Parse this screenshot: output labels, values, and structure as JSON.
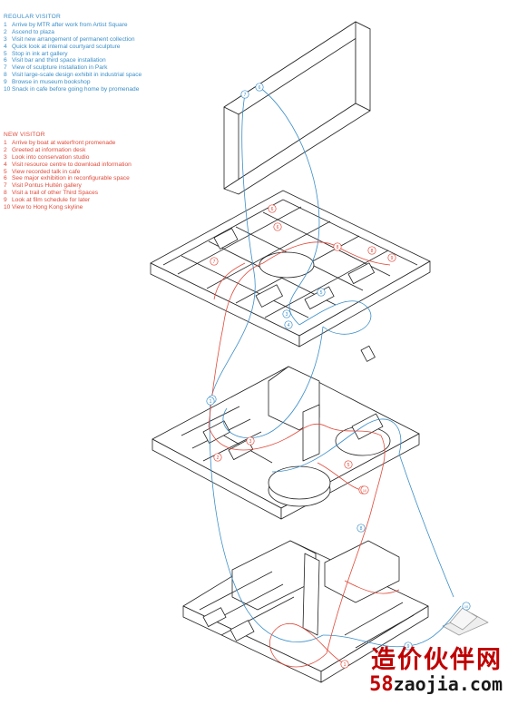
{
  "colors": {
    "regular": "#3a8ec8",
    "new": "#e04a3a",
    "line": "#222222",
    "watermark_red": "#c00000"
  },
  "regular_visitor": {
    "heading": "REGULAR VISITOR",
    "steps": [
      {
        "n": "1",
        "text": "Arrive by MTR after work from Artist Square"
      },
      {
        "n": "2",
        "text": "Ascend to plaza"
      },
      {
        "n": "3",
        "text": "Visit new arrangement of permanent collection"
      },
      {
        "n": "4",
        "text": "Quick look at internal courtyard sculpture"
      },
      {
        "n": "5",
        "text": "Stop in ink art gallery"
      },
      {
        "n": "6",
        "text": "Visit bar and third space installation"
      },
      {
        "n": "7",
        "text": "View of sculpture installation in Park"
      },
      {
        "n": "8",
        "text": "Visit large-scale design exhibit in industrial space"
      },
      {
        "n": "9",
        "text": "Browse in museum bookshop"
      },
      {
        "n": "10",
        "text": "Snack in cafe before going home by promenade"
      }
    ]
  },
  "new_visitor": {
    "heading": "NEW VISITOR",
    "steps": [
      {
        "n": "1",
        "text": "Arrive by boat at waterfront promenade"
      },
      {
        "n": "2",
        "text": "Greeted at information desk"
      },
      {
        "n": "3",
        "text": "Look into conservation studio"
      },
      {
        "n": "4",
        "text": "Visit resource centre to download  information"
      },
      {
        "n": "5",
        "text": "View recorded talk in cafe"
      },
      {
        "n": "6",
        "text": "See major exhibition in reconfigurable space"
      },
      {
        "n": "7",
        "text": "Visit Pontus Hultén gallery"
      },
      {
        "n": "8",
        "text": "Visit a trail of other Third Spaces"
      },
      {
        "n": "9",
        "text": "Look at film schedule for later"
      },
      {
        "n": "10",
        "text": "View to Hong Kong skyline"
      }
    ]
  },
  "markers": {
    "regular": [
      "7",
      "6",
      "3",
      "5",
      "4",
      "2",
      "1",
      "10",
      "9",
      "8"
    ],
    "new": [
      "6",
      "8",
      "8",
      "7",
      "6",
      "2",
      "3",
      "4",
      "5",
      "10",
      "1",
      "9"
    ]
  },
  "watermark": {
    "chinese": "造价伙伴网",
    "url_prefix": "58",
    "url_rest": "zaojia.com"
  }
}
